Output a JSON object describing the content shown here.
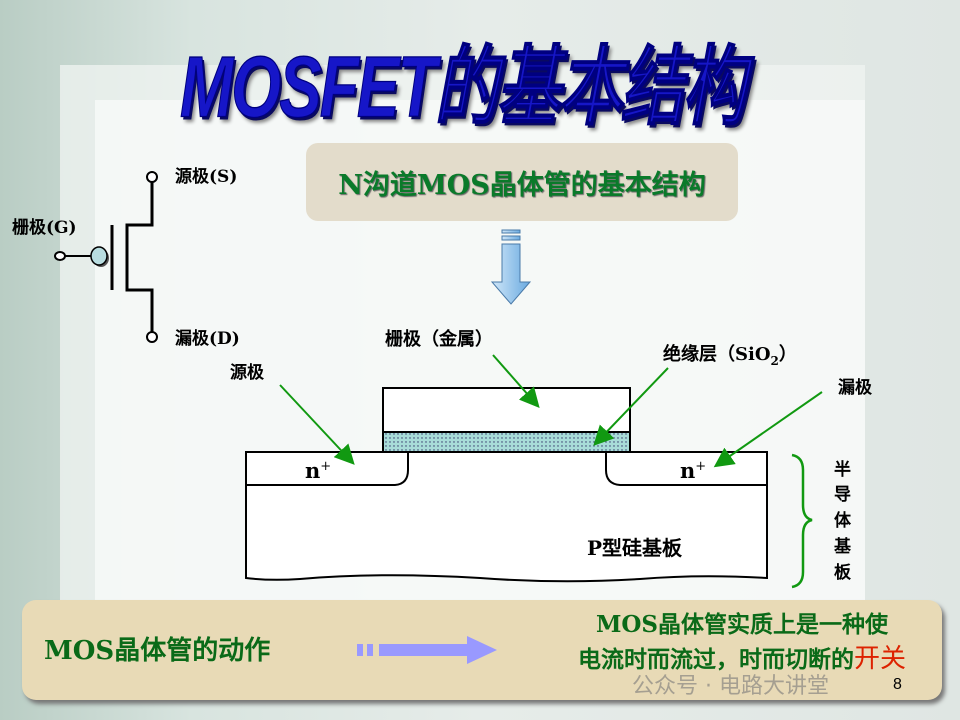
{
  "slide": {
    "title": "MOSFET的基本结构",
    "subtitle": "N沟道MOS晶体管的基本结构",
    "page_number": "8",
    "watermark": "公众号 · 电路大讲堂"
  },
  "symbol": {
    "source": "源极(S)",
    "gate": "栅极(G)",
    "drain": "漏极(D)"
  },
  "cross_section": {
    "gate_metal": "栅极（金属）",
    "insulator": "绝缘层（SiO",
    "insulator_sub": "2",
    "insulator_close": "）",
    "source": "源极",
    "drain": "漏极",
    "n_plus": "n",
    "plus": "+",
    "substrate": "P型硅基板",
    "substrate_side": [
      "半",
      "导",
      "体",
      "基",
      "板"
    ]
  },
  "bottom": {
    "left": "MOS晶体管的动作",
    "right_line1": "MOS晶体管实质上是一种使",
    "right_line2": "电流时而流过，时而切断的",
    "right_highlight": "开关"
  },
  "colors": {
    "title": "#1616c8",
    "green": "#0a7a2a",
    "arrow": "#9999ff",
    "highlight": "#dd2200"
  }
}
